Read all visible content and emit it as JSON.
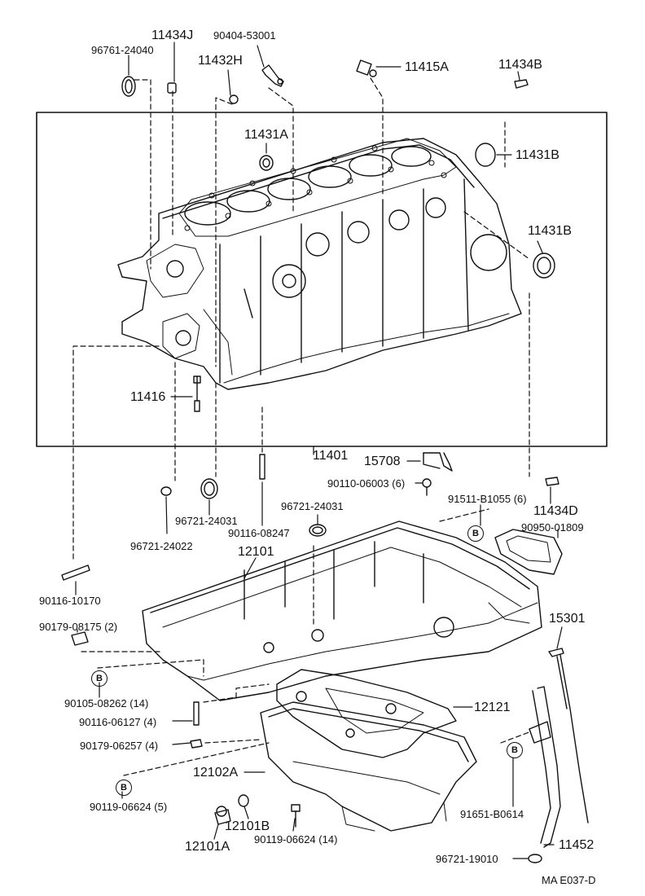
{
  "labels": {
    "p11434J": "11434J",
    "p90404": "90404-53001",
    "p96761": "96761-24040",
    "p11432H": "11432H",
    "p11415A": "11415A",
    "p11434B": "11434B",
    "p11431A": "11431A",
    "p11431B_top": "11431B",
    "p11431B_mid": "11431B",
    "p11416": "11416",
    "p11401": "11401",
    "p15708": "15708",
    "p90110": "90110-06003 (6)",
    "p91511": "91511-B1055 (6)",
    "p11434D": "11434D",
    "p90950": "90950-01809",
    "p96721_24031a": "96721-24031",
    "p96721_24031b": "96721-24031",
    "p96721_24022": "96721-24022",
    "p90116_08247": "90116-08247",
    "p12101": "12101",
    "p90116_10170": "90116-10170",
    "p90179_08175": "90179-08175 (2)",
    "p90105": "90105-08262 (14)",
    "p90116_06127": "90116-06127 (4)",
    "p90179_06257": "90179-06257 (4)",
    "p12121": "12121",
    "p12102A": "12102A",
    "p90119_06624_5": "90119-06624 (5)",
    "p12101B": "12101B",
    "p12101A": "12101A",
    "p90119_06624_14": "90119-06624 (14)",
    "p15301": "15301",
    "p91651": "91651-B0614",
    "p11452": "11452",
    "p96721_19010": "96721-19010",
    "footer": "MA E037-D"
  },
  "markers": {
    "b1": "B",
    "b2": "B",
    "b3": "B",
    "b4": "B"
  }
}
